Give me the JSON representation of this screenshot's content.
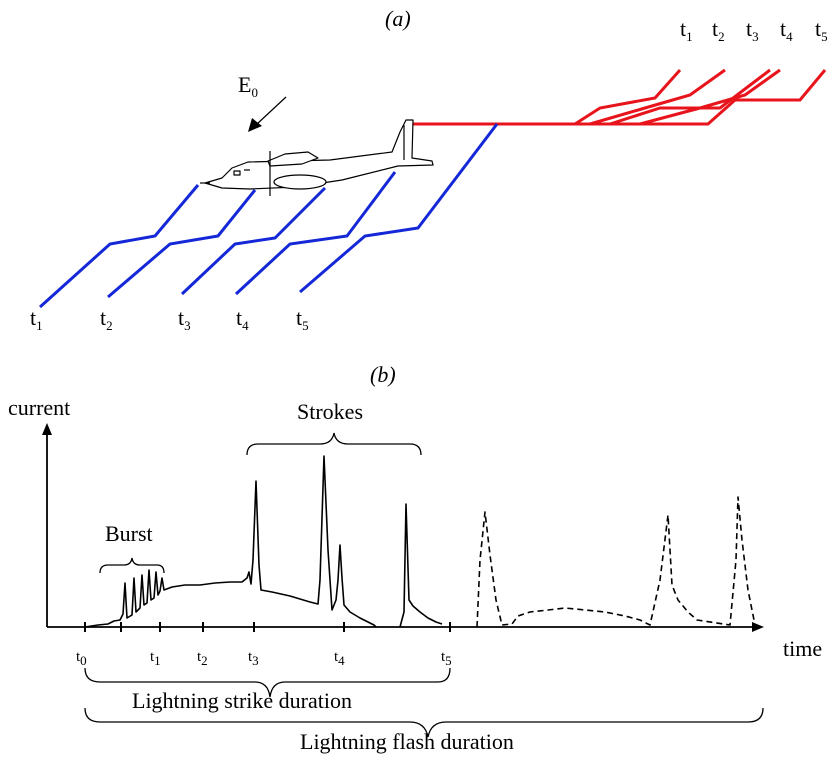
{
  "panel_a": {
    "label": "(a)",
    "field_label": "E",
    "field_sub": "0",
    "top_labels": [
      {
        "base": "t",
        "sub": "1"
      },
      {
        "base": "t",
        "sub": "2"
      },
      {
        "base": "t",
        "sub": "3"
      },
      {
        "base": "t",
        "sub": "4"
      },
      {
        "base": "t",
        "sub": "5"
      }
    ],
    "bottom_labels": [
      {
        "base": "t",
        "sub": "1"
      },
      {
        "base": "t",
        "sub": "2"
      },
      {
        "base": "t",
        "sub": "3"
      },
      {
        "base": "t",
        "sub": "4"
      },
      {
        "base": "t",
        "sub": "5"
      }
    ],
    "colors": {
      "upper_leader": "#e8141c",
      "lower_leader": "#1428d8"
    }
  },
  "panel_b": {
    "label": "(b)",
    "y_axis_label": "current",
    "x_axis_label": "time",
    "strokes_label": "Strokes",
    "burst_label": "Burst",
    "time_ticks": [
      {
        "base": "t",
        "sub": "0"
      },
      {
        "base": "t",
        "sub": "1"
      },
      {
        "base": "t",
        "sub": "2"
      },
      {
        "base": "t",
        "sub": "3"
      },
      {
        "base": "t",
        "sub": "4"
      },
      {
        "base": "t",
        "sub": "5"
      }
    ],
    "strike_duration_label": "Lightning strike duration",
    "flash_duration_label": "Lightning flash duration"
  }
}
